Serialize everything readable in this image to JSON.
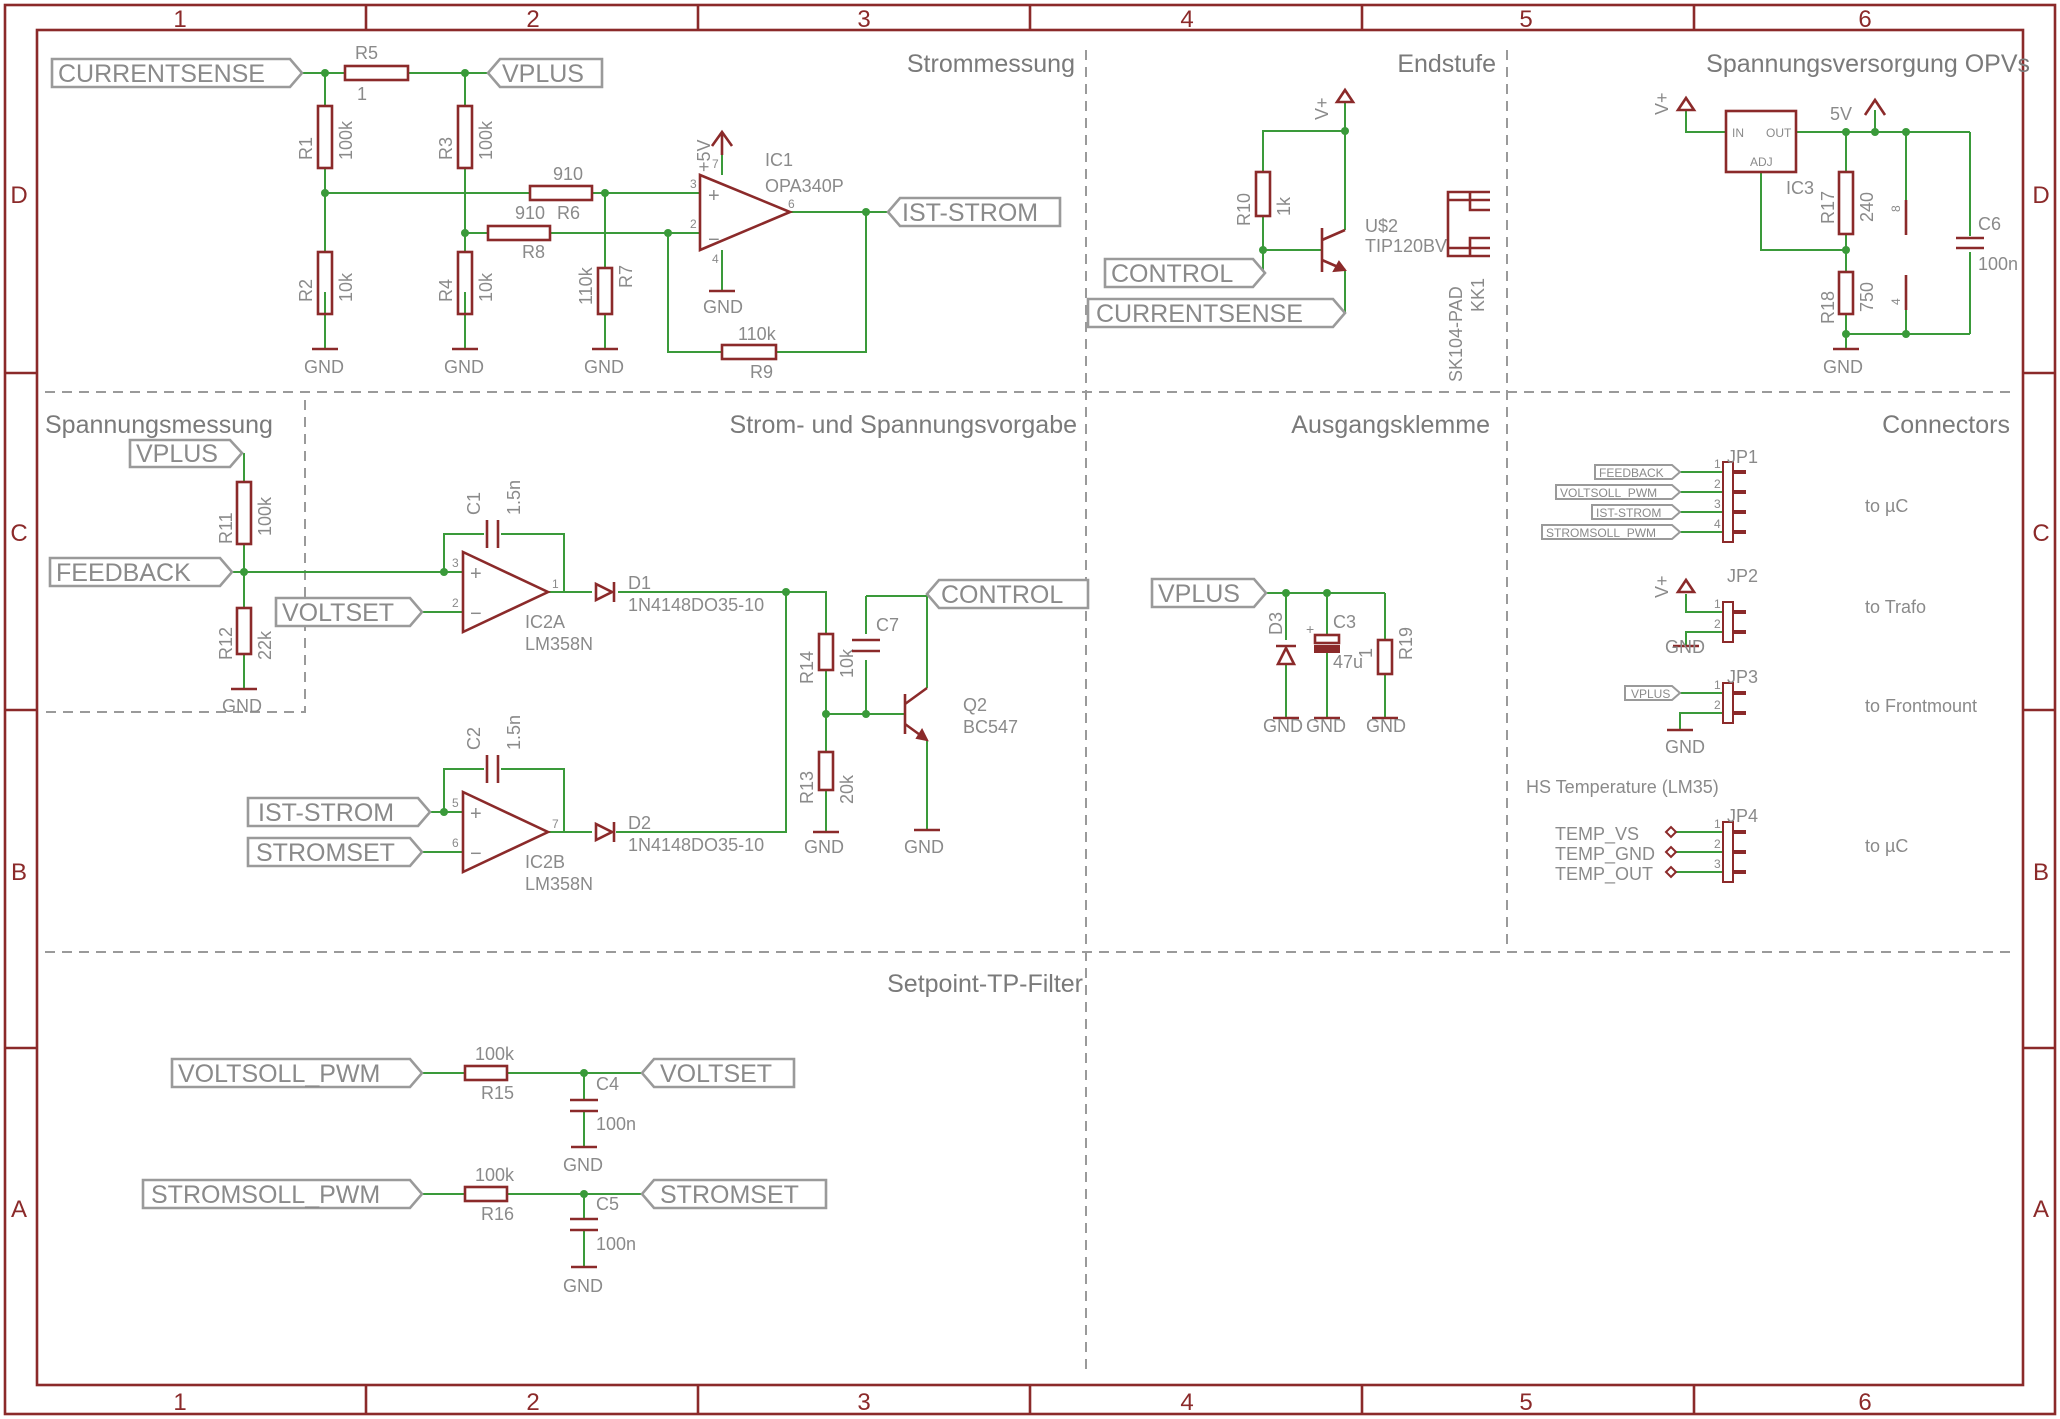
{
  "frame": {
    "columns": [
      "1",
      "2",
      "3",
      "4",
      "5",
      "6"
    ],
    "rows": [
      "D",
      "C",
      "B",
      "A"
    ]
  },
  "sections": {
    "strommessung": "Strommessung",
    "endstufe": "Endstufe",
    "spannungsversorgung": "Spannungsversorgung OPVs",
    "spannungsmessung": "Spannungsmessung",
    "vorgabe": "Strom- und Spannungsvorgabe",
    "ausgangsklemme": "Ausgangsklemme",
    "connectors": "Connectors",
    "filter": "Setpoint-TP-Filter"
  },
  "nets": {
    "currentsense": "CURRENTSENSE",
    "vplus": "VPLUS",
    "ist_strom": "IST-STROM",
    "control": "CONTROL",
    "feedback": "FEEDBACK",
    "voltset": "VOLTSET",
    "stromset": "STROMSET",
    "voltsoll_pwm": "VOLTSOLL_PWM",
    "stromsoll_pwm": "STROMSOLL_PWM",
    "gnd": "GND",
    "vcc": "V+",
    "v5": "+5V",
    "v5b": "5V"
  },
  "parts": {
    "R1": {
      "name": "R1",
      "value": "100k"
    },
    "R2": {
      "name": "R2",
      "value": "10k"
    },
    "R3": {
      "name": "R3",
      "value": "100k"
    },
    "R4": {
      "name": "R4",
      "value": "10k"
    },
    "R5": {
      "name": "R5",
      "value": "1"
    },
    "R6": {
      "name": "R6",
      "value": "910"
    },
    "R7": {
      "name": "R7",
      "value": "110k"
    },
    "R8": {
      "name": "R8",
      "value": "910"
    },
    "R9": {
      "name": "R9",
      "value": "110k"
    },
    "R10": {
      "name": "R10",
      "value": "1k"
    },
    "R11": {
      "name": "R11",
      "value": "100k"
    },
    "R12": {
      "name": "R12",
      "value": "22k"
    },
    "R13": {
      "name": "R13",
      "value": "20k"
    },
    "R14": {
      "name": "R14",
      "value": "10k"
    },
    "R15": {
      "name": "R15",
      "value": "100k"
    },
    "R16": {
      "name": "R16",
      "value": "100k"
    },
    "R17": {
      "name": "R17",
      "value": "240"
    },
    "R18": {
      "name": "R18",
      "value": "750"
    },
    "R19": {
      "name": "R19",
      "value": "1"
    },
    "C1": {
      "name": "C1",
      "value": "1.5n"
    },
    "C2": {
      "name": "C2",
      "value": "1.5n"
    },
    "C3": {
      "name": "C3",
      "value": "47u"
    },
    "C4": {
      "name": "C4",
      "value": "100n"
    },
    "C5": {
      "name": "C5",
      "value": "100n"
    },
    "C6": {
      "name": "C6",
      "value": "100n"
    },
    "C7": {
      "name": "C7",
      "value": ""
    },
    "IC1": {
      "name": "IC1",
      "value": "OPA340P"
    },
    "IC2A": {
      "name": "IC2A",
      "value": "LM358N"
    },
    "IC2B": {
      "name": "IC2B",
      "value": "LM358N"
    },
    "IC3": {
      "name": "IC3",
      "value": ""
    },
    "D1": {
      "name": "D1",
      "value": "1N4148DO35-10"
    },
    "D2": {
      "name": "D2",
      "value": "1N4148DO35-10"
    },
    "D3": {
      "name": "D3",
      "value": ""
    },
    "Q2": {
      "name": "Q2",
      "value": "BC547"
    },
    "US2": {
      "name": "U$2",
      "value": "TIP120BV"
    },
    "KK1": {
      "name": "KK1",
      "value": "SK104-PAD"
    }
  },
  "ic3_pins": {
    "in": "IN",
    "out": "OUT",
    "adj": "ADJ"
  },
  "pin_numbers": {
    "p1": "1",
    "p2": "2",
    "p3": "3",
    "p4": "4",
    "p5": "5",
    "p6": "6",
    "p7": "7",
    "p8": "8"
  },
  "connectors": {
    "jp1": {
      "name": "JP1",
      "pins": [
        "FEEDBACK",
        "VOLTSOLL_PWM",
        "IST-STROM",
        "STROMSOLL_PWM"
      ],
      "note": "to µC"
    },
    "jp2": {
      "name": "JP2",
      "note": "to Trafo"
    },
    "jp3": {
      "name": "JP3",
      "pins": [
        "VPLUS"
      ],
      "note": "to Frontmount"
    },
    "hs_title": "HS Temperature (LM35)",
    "jp4": {
      "name": "JP4",
      "pins": [
        "TEMP_VS",
        "TEMP_GND",
        "TEMP_OUT"
      ],
      "note": "to µC"
    }
  }
}
